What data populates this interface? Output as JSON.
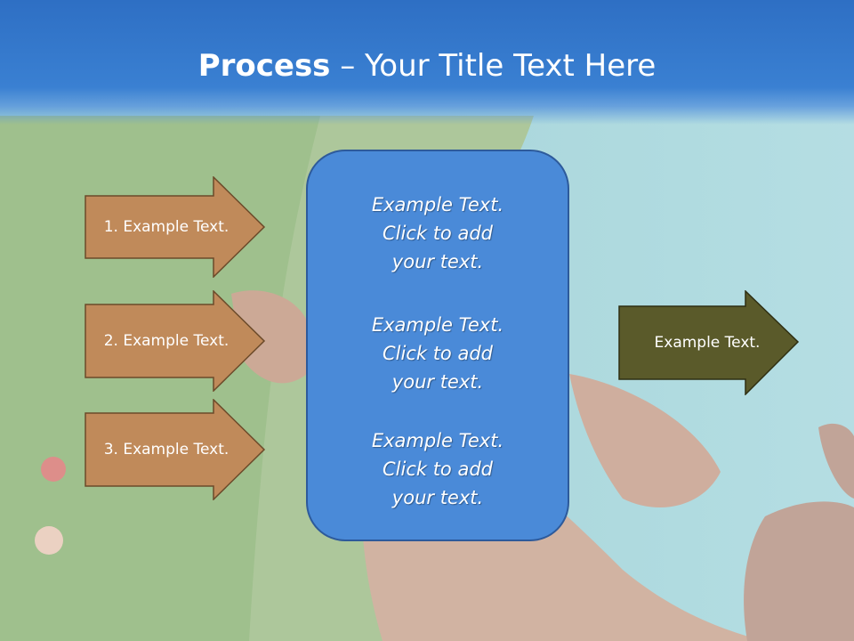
{
  "title": {
    "bold": "Process",
    "rest": " – Your Title Text Here"
  },
  "left_arrows": [
    {
      "label": "1. Example Text."
    },
    {
      "label": "2. Example Text."
    },
    {
      "label": "3. Example Text."
    }
  ],
  "center_blocks": [
    {
      "line1": "Example Text.",
      "line2": "Click  to add",
      "line3": "your text."
    },
    {
      "line1": "Example Text.",
      "line2": "Click  to add",
      "line3": "your text."
    },
    {
      "line1": "Example Text.",
      "line2": "Click  to add",
      "line3": "your text."
    }
  ],
  "right_arrow": {
    "label": "Example Text."
  },
  "colors": {
    "arrow_left_fill": "#c08a5a",
    "arrow_right_fill": "#5a5a2a",
    "center_fill": "#4a8ad8",
    "title_bar": "#2e6fc4"
  }
}
